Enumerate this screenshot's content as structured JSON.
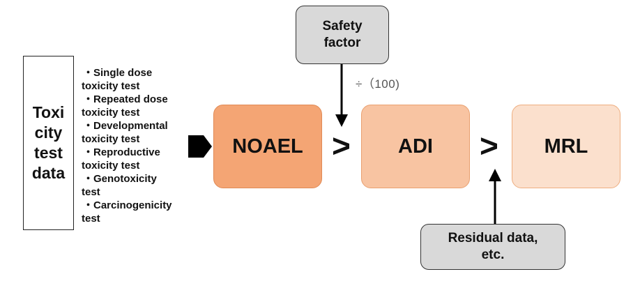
{
  "data_source": {
    "label": "Toxi\ncity\ntest\ndata"
  },
  "tests": [
    "・Single dose",
    "toxicity test",
    "・Repeated dose",
    "toxicity test",
    "・Developmental",
    "toxicity test",
    "・Reproductive",
    "toxicity test",
    "・Genotoxicity",
    "test",
    "・Carcinogenicity",
    "test"
  ],
  "boxes": {
    "noael": {
      "label": "NOAEL",
      "color": "#f4a574"
    },
    "adi": {
      "label": "ADI",
      "color": "#f8c4a2"
    },
    "mrl": {
      "label": "MRL",
      "color": "#fbe0cd"
    }
  },
  "safety_factor": {
    "label": "Safety\nfactor",
    "divisor": "÷（100)"
  },
  "residual": {
    "label": "Residual data,\netc."
  },
  "connectors": {
    "gt_symbol": ">"
  }
}
